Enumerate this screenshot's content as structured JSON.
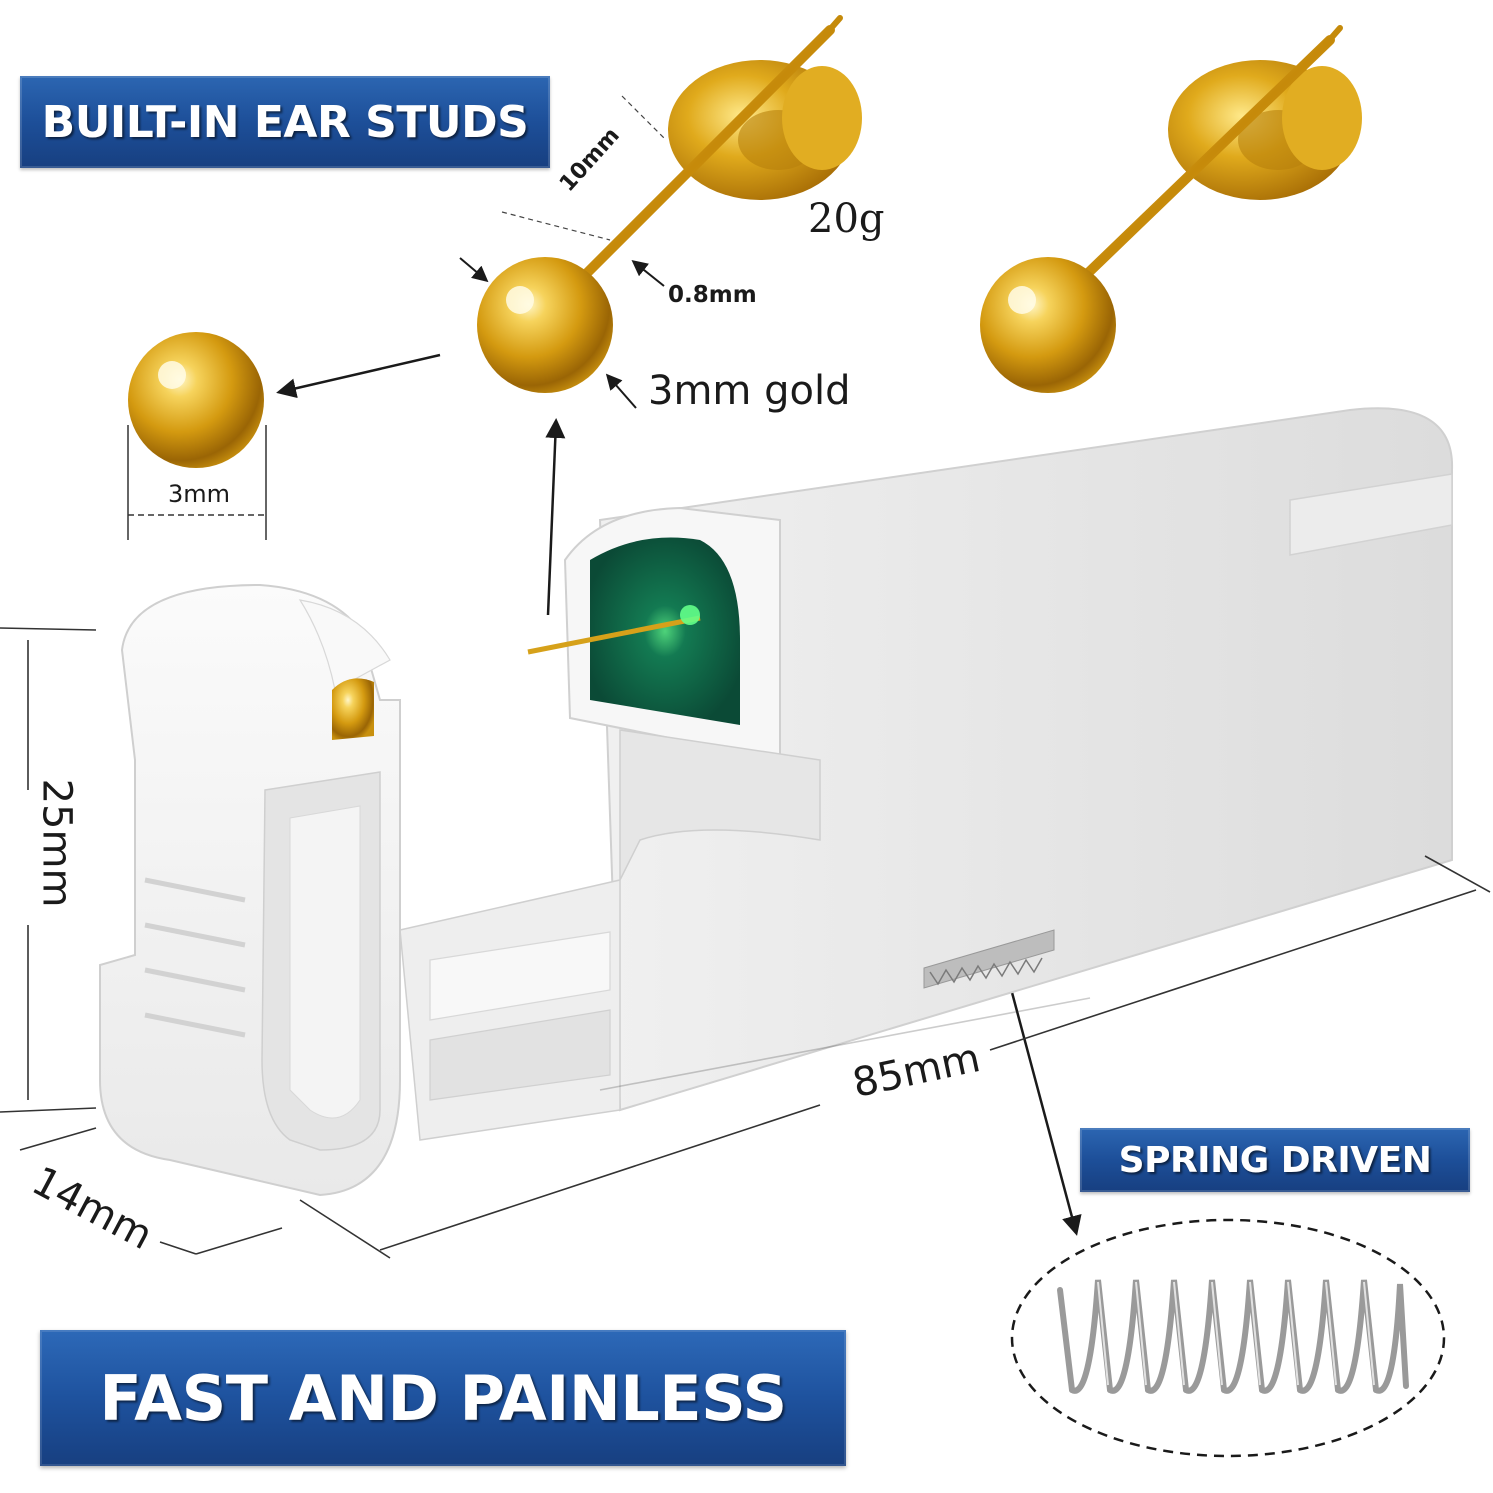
{
  "banners": {
    "built_in": "BUILT-IN EAR STUDS",
    "spring": "SPRING DRIVEN",
    "fast": "FAST AND PAINLESS"
  },
  "labels": {
    "length": "10mm",
    "weight": "20g",
    "pin_diameter": "0.8mm",
    "ball_desc": "3mm gold",
    "ball_width": "3mm",
    "height": "25mm",
    "device_length": "85mm",
    "device_width": "14mm"
  },
  "colors": {
    "banner_blue": "#1d4f99",
    "gold": "#d4a017",
    "device_white": "#f4f4f4",
    "green_lens": "#0e6b4a"
  }
}
